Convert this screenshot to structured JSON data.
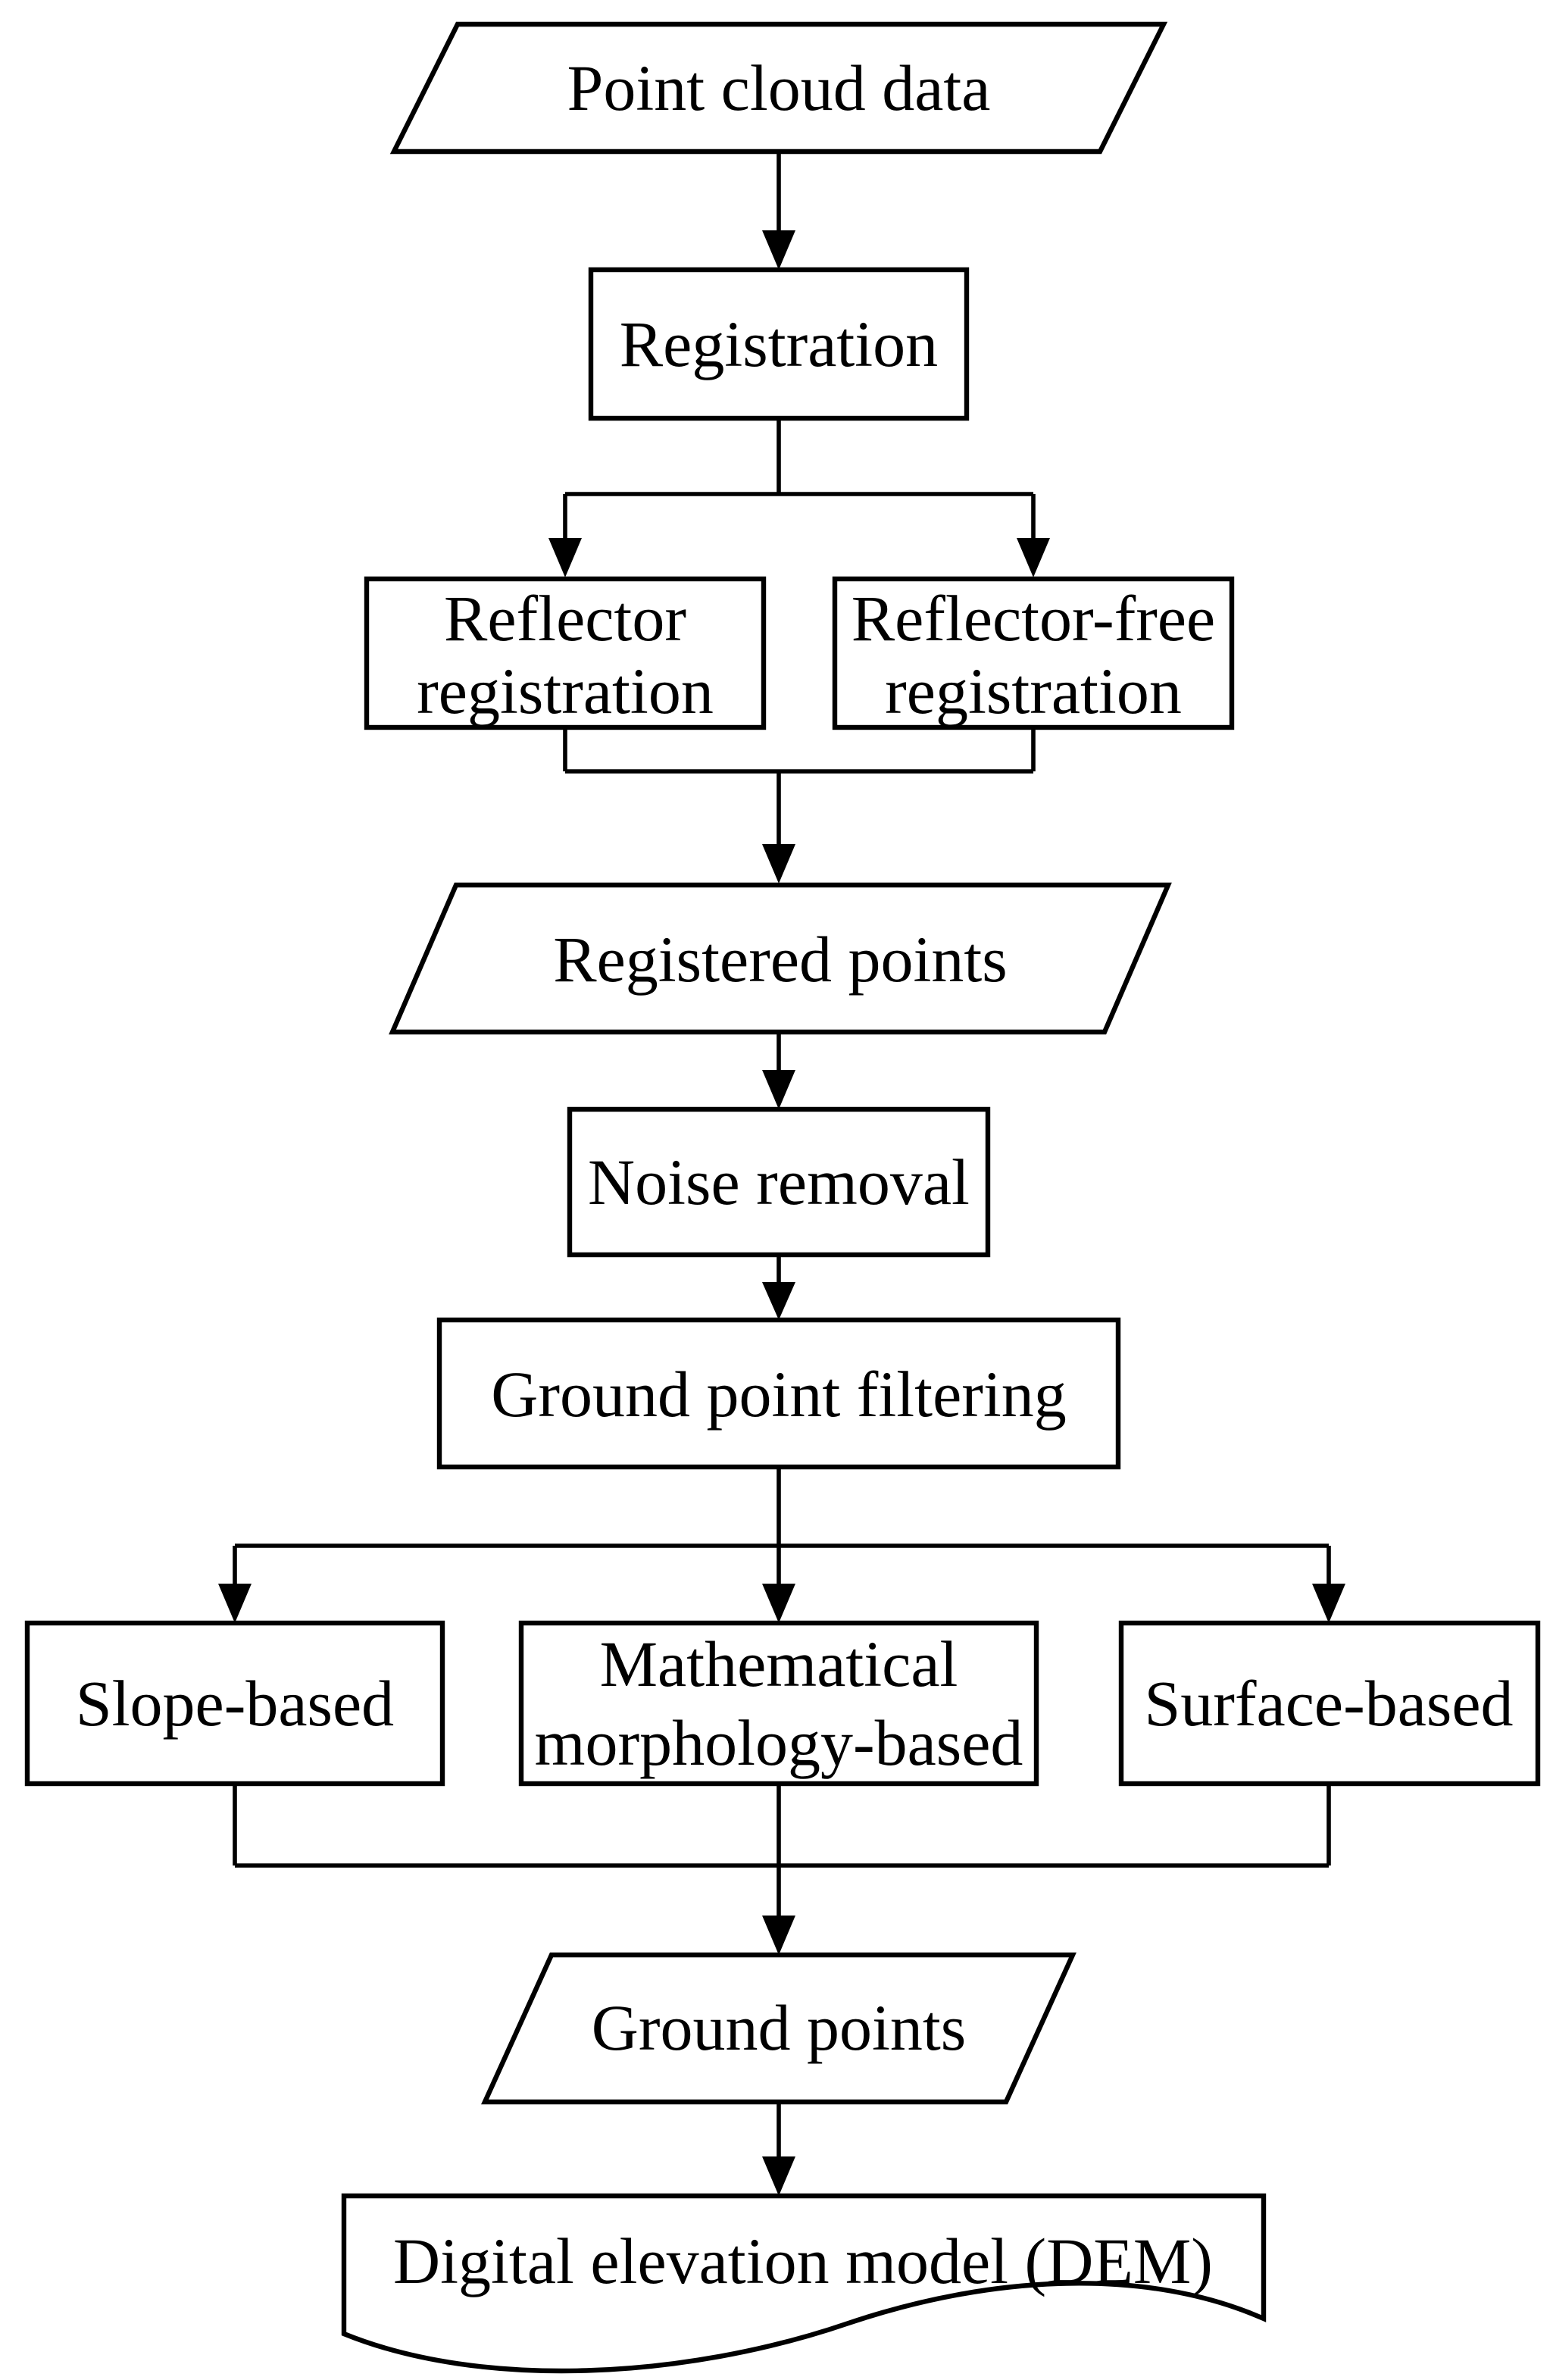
{
  "diagram": {
    "type": "flowchart",
    "colors": {
      "background": "#ffffff",
      "shape_fill": "#ffffff",
      "stroke": "#000000",
      "text": "#000000"
    },
    "nodes": {
      "point_cloud_data": {
        "shape": "parallelogram",
        "label": "Point cloud data"
      },
      "registration": {
        "shape": "rectangle",
        "label": "Registration"
      },
      "reflector_registration": {
        "shape": "rectangle",
        "label": "Reflector registration",
        "line1": "Reflector",
        "line2": "registration"
      },
      "reflector_free_registration": {
        "shape": "rectangle",
        "label": "Reflector-free registration",
        "line1": "Reflector-free",
        "line2": "registration"
      },
      "registered_points": {
        "shape": "parallelogram",
        "label": "Registered points"
      },
      "noise_removal": {
        "shape": "rectangle",
        "label": "Noise removal"
      },
      "ground_point_filtering": {
        "shape": "rectangle",
        "label": "Ground point filtering"
      },
      "slope_based": {
        "shape": "rectangle",
        "label": "Slope-based"
      },
      "mathematical_morphology_based": {
        "shape": "rectangle",
        "label": "Mathematical morphology-based",
        "line1": "Mathematical",
        "line2": "morphology-based"
      },
      "surface_based": {
        "shape": "rectangle",
        "label": "Surface-based"
      },
      "ground_points": {
        "shape": "parallelogram",
        "label": "Ground points"
      },
      "dem": {
        "shape": "document",
        "label": "Digital elevation model (DEM)"
      }
    },
    "edges": [
      {
        "from": "Point cloud data",
        "to": "Registration"
      },
      {
        "from": "Registration",
        "to": "Reflector registration"
      },
      {
        "from": "Registration",
        "to": "Reflector-free registration"
      },
      {
        "from": "Reflector registration",
        "to": "Registered points"
      },
      {
        "from": "Reflector-free registration",
        "to": "Registered points"
      },
      {
        "from": "Registered points",
        "to": "Noise removal"
      },
      {
        "from": "Noise removal",
        "to": "Ground point filtering"
      },
      {
        "from": "Ground point filtering",
        "to": "Slope-based"
      },
      {
        "from": "Ground point filtering",
        "to": "Mathematical morphology-based"
      },
      {
        "from": "Ground point filtering",
        "to": "Surface-based"
      },
      {
        "from": "Slope-based",
        "to": "Ground points"
      },
      {
        "from": "Mathematical morphology-based",
        "to": "Ground points"
      },
      {
        "from": "Surface-based",
        "to": "Ground points"
      },
      {
        "from": "Ground points",
        "to": "Digital elevation model (DEM)"
      }
    ]
  }
}
